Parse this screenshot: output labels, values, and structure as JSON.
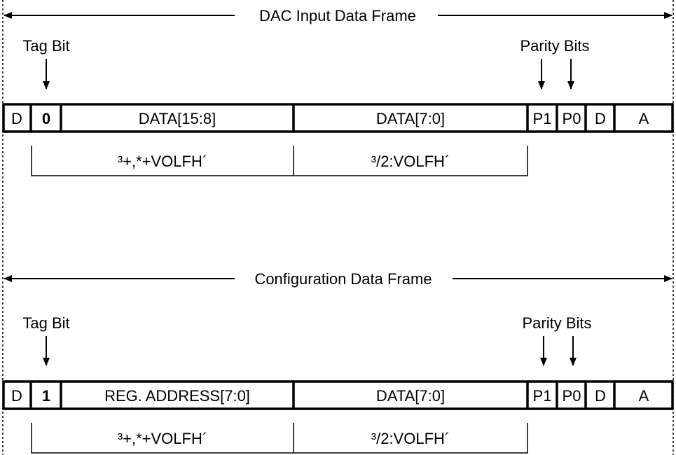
{
  "frames": [
    {
      "title": "DAC Input Data Frame",
      "tag_label": "Tag Bit",
      "parity_label": "Parity Bits",
      "fields": [
        "D",
        "0",
        "DATA[15:8]",
        "DATA[7:0]",
        "P1",
        "P0",
        "D",
        "A"
      ],
      "groups": [
        "³+,*+VOLFH´",
        "³/2:VOLFH´"
      ]
    },
    {
      "title": "Configuration Data Frame",
      "tag_label": "Tag Bit",
      "parity_label": "Parity Bits",
      "fields": [
        "D",
        "1",
        "REG. ADDRESS[7:0]",
        "DATA[7:0]",
        "P1",
        "P0",
        "D",
        "A"
      ],
      "groups": [
        "³+,*+VOLFH´",
        "³/2:VOLFH´"
      ]
    }
  ]
}
